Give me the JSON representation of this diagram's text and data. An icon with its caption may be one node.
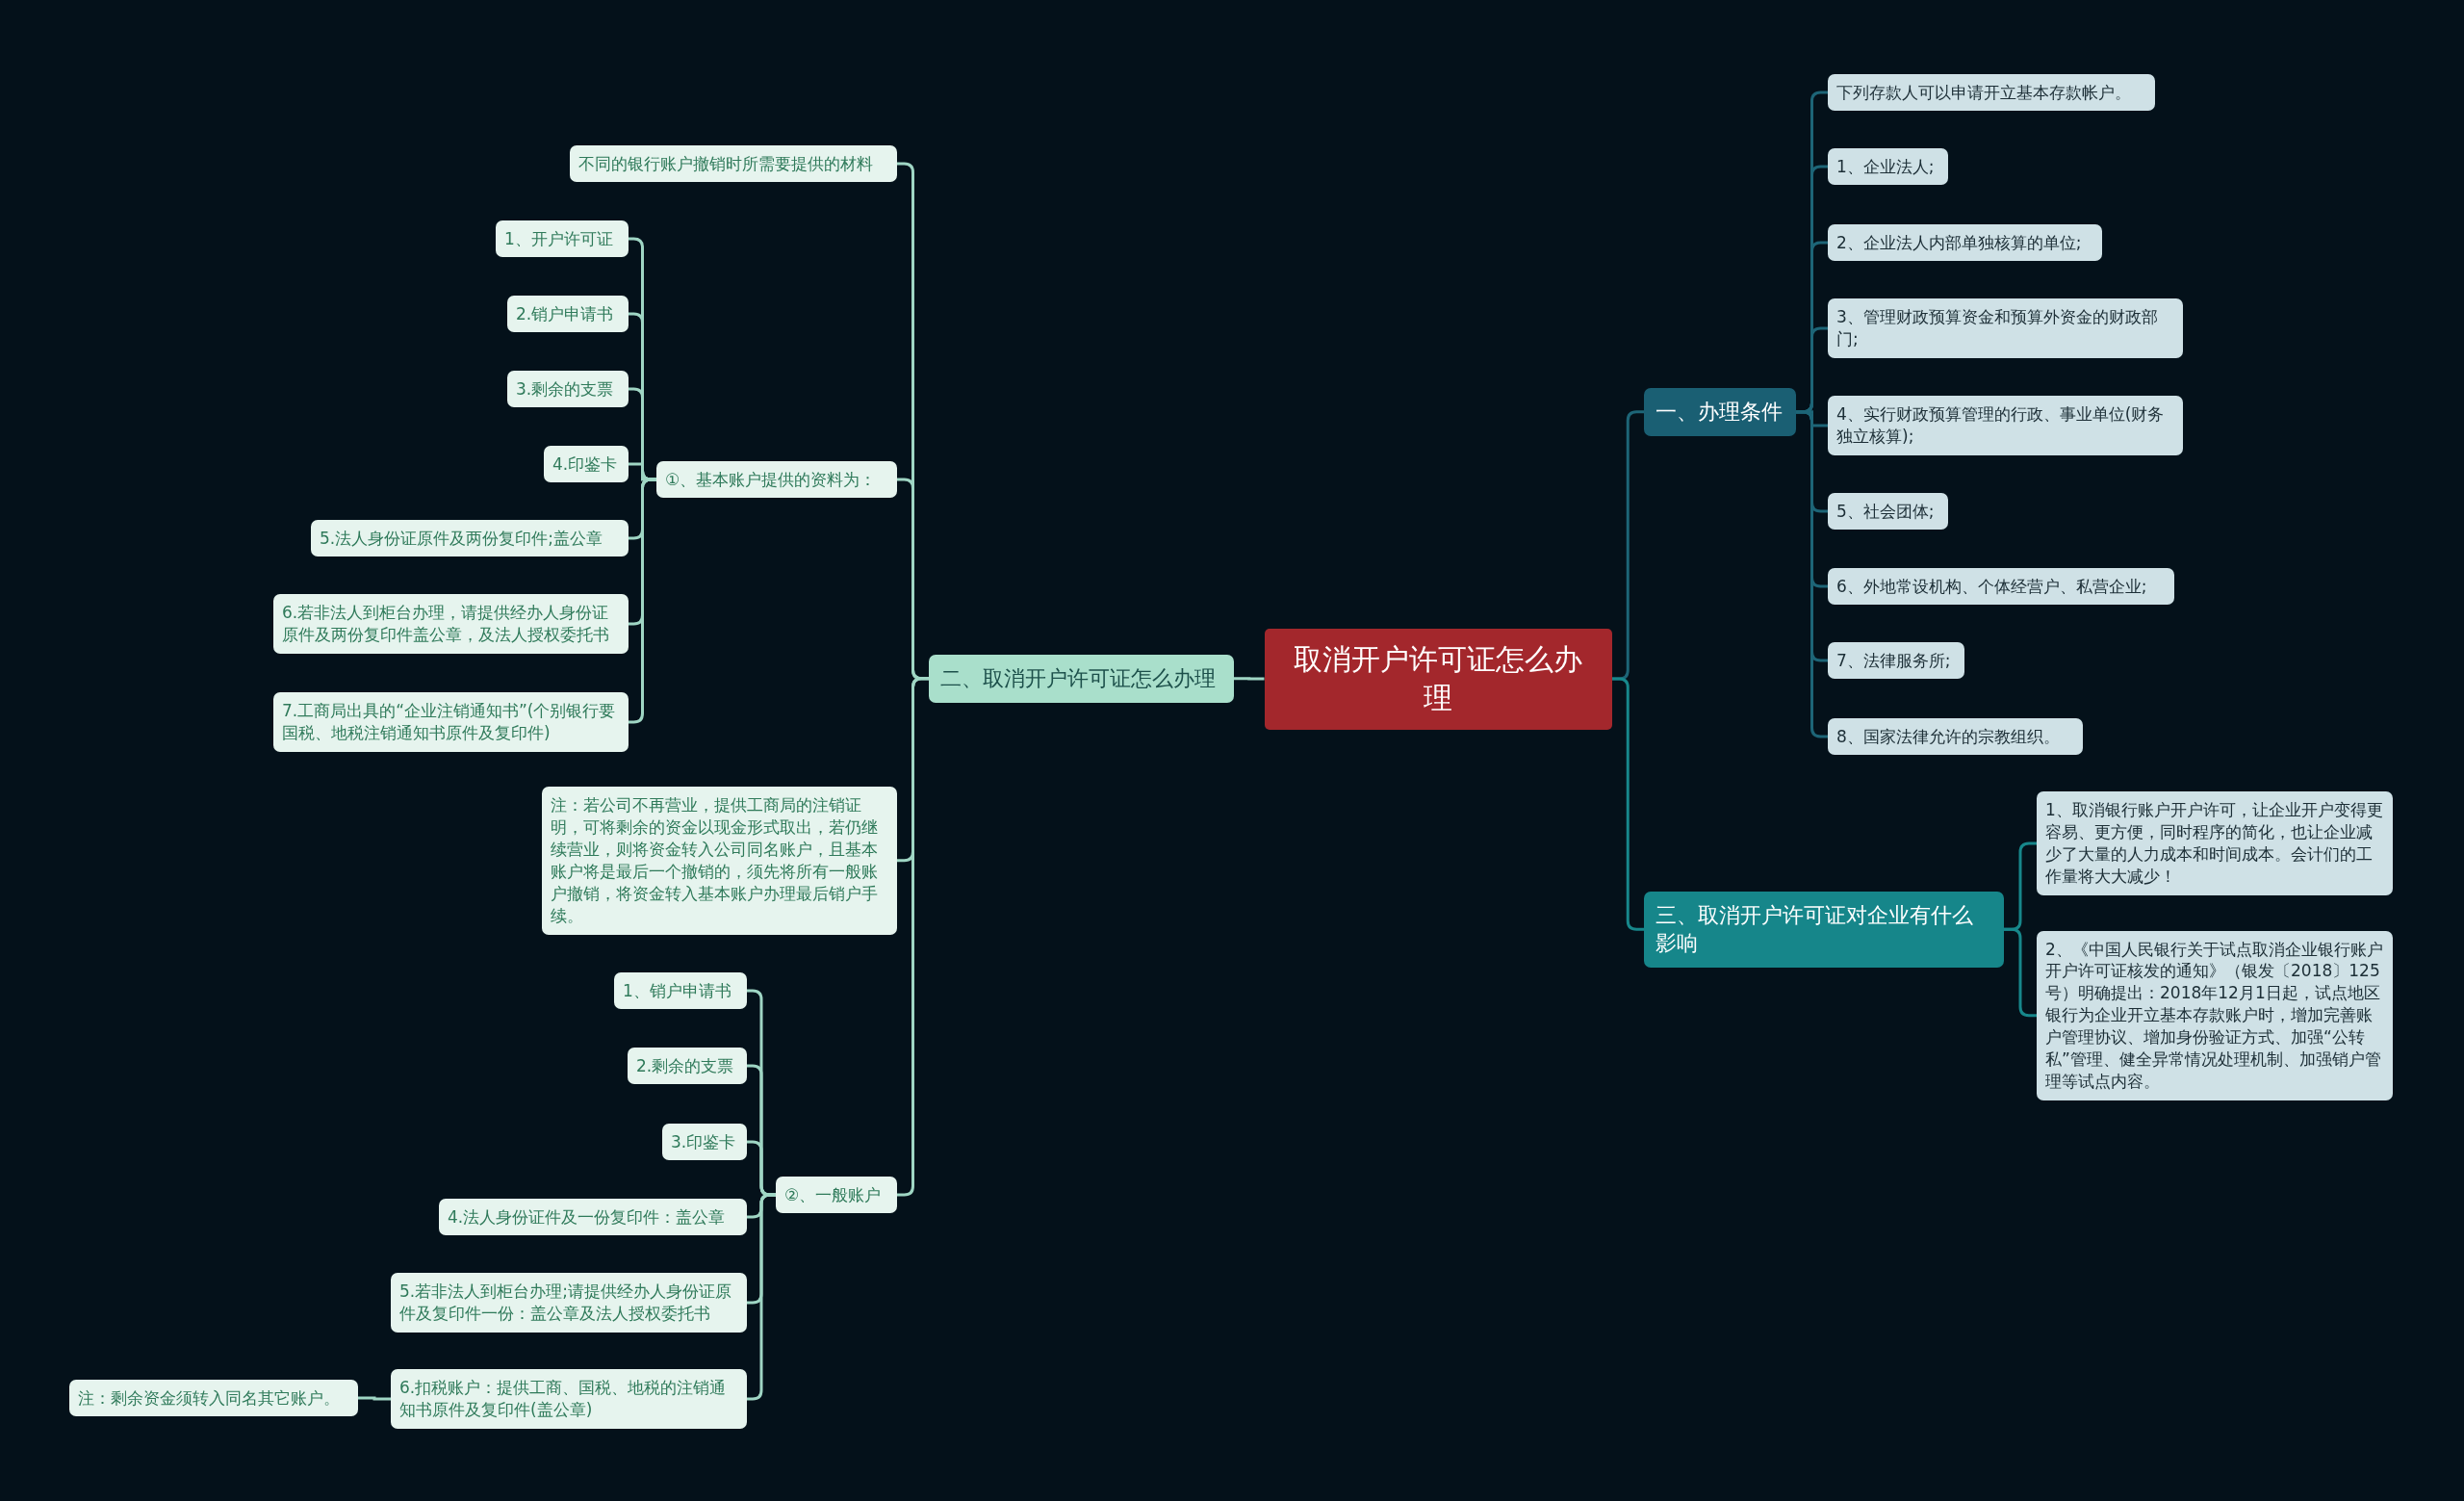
{
  "diagram": {
    "nodes": [
      {
        "text": [
          "取消开户许可证怎么办理"
        ]
      },
      {
        "text": [
          "一、办理条件"
        ]
      },
      {
        "text": [
          "下列存款人可以申请开立基本存款帐户。"
        ]
      },
      {
        "text": [
          "1、企业法人;"
        ]
      },
      {
        "text": [
          "2、企业法人内部单独核算的单位;"
        ]
      },
      {
        "text": [
          "3、管理财政预算资金和预算外资金的财政部门;"
        ]
      },
      {
        "text": [
          "4、实行财政预算管理的行政、事业单位(财务独立核算);"
        ]
      },
      {
        "text": [
          "5、社会团体;"
        ]
      },
      {
        "text": [
          "6、外地常设机构、个体经营户、私营企业;"
        ]
      },
      {
        "text": [
          "7、法律服务所;"
        ]
      },
      {
        "text": [
          "8、国家法律允许的宗教组织。"
        ]
      },
      {
        "text": [
          "三、取消开户许可证对企业有什么影响"
        ]
      },
      {
        "text": [
          "1、取消银行账户开户许可，让企业开户变得更容易、更方便，同时程序的简化，也让企业减少了大量的人力成本和时间成本。会计们的工作量将大大减少！"
        ]
      },
      {
        "text": [
          "2、《中国人民银行关于试点取消企业银行账户开户许可证核发的通知》（银发〔2018〕125号）明确提出：2018年12月1日起，试点地区银行为企业开立基本存款账户时，增加完善账户管理协议、增加身份验证方式、加强“公转私”管理、健全异常情况处理机制、加强销户管理等试点内容。"
        ]
      },
      {
        "text": [
          "二、取消开户许可证怎么办理"
        ]
      },
      {
        "text": [
          "不同的银行账户撤销时所需要提供的材料"
        ]
      },
      {
        "text": [
          "①、基本账户提供的资料为："
        ]
      },
      {
        "text": [
          "1、开户许可证"
        ]
      },
      {
        "text": [
          "2.销户申请书"
        ]
      },
      {
        "text": [
          "3.剩余的支票"
        ]
      },
      {
        "text": [
          "4.印鉴卡"
        ]
      },
      {
        "text": [
          "5.法人身份证原件及两份复印件;盖公章"
        ]
      },
      {
        "text": [
          "6.若非法人到柜台办理，请提供经办人身份证原件及两份复印件盖公章，及法人授权委托书"
        ]
      },
      {
        "text": [
          "7.工商局出具的“企业注销通知书”(个别银行要国税、地税注销通知书原件及复印件)"
        ]
      },
      {
        "text": [
          "注：若公司不再营业，提供工商局的注销证明，可将剩余的资金以现金形式取出，若仍继续营业，则将资金转入公司同名账户，且基本账户将是最后一个撤销的，须先将所有一般账户撤销，将资金转入基本账户办理最后销户手续。"
        ]
      },
      {
        "text": [
          "②、一般账户"
        ]
      },
      {
        "text": [
          "1、销户申请书"
        ]
      },
      {
        "text": [
          "2.剩余的支票"
        ]
      },
      {
        "text": [
          "3.印鉴卡"
        ]
      },
      {
        "text": [
          "4.法人身份证件及一份复印件：盖公章"
        ]
      },
      {
        "text": [
          "5.若非法人到柜台办理;请提供经办人身份证原件及复印件一份：盖公章及法人授权委托书"
        ]
      },
      {
        "text": [
          "6.扣税账户：提供工商、国税、地税的注销通知书原件及复印件(盖公章)"
        ]
      },
      {
        "text": [
          "注：剩余资金须转入同名其它账户。"
        ]
      }
    ],
    "edges": [
      {
        "from": 0,
        "to": 1,
        "arrow": "none",
        "color": "#1d6577"
      },
      {
        "from": 1,
        "to": 2,
        "arrow": "none",
        "color": "#1d6577"
      },
      {
        "from": 1,
        "to": 3,
        "arrow": "none",
        "color": "#1d6577"
      },
      {
        "from": 1,
        "to": 4,
        "arrow": "none",
        "color": "#1d6577"
      },
      {
        "from": 1,
        "to": 5,
        "arrow": "none",
        "color": "#1d6577"
      },
      {
        "from": 1,
        "to": 6,
        "arrow": "none",
        "color": "#1d6577"
      },
      {
        "from": 1,
        "to": 7,
        "arrow": "none",
        "color": "#1d6577"
      },
      {
        "from": 1,
        "to": 8,
        "arrow": "none",
        "color": "#1d6577"
      },
      {
        "from": 1,
        "to": 9,
        "arrow": "none",
        "color": "#1d6577"
      },
      {
        "from": 1,
        "to": 10,
        "arrow": "none",
        "color": "#1d6577"
      },
      {
        "from": 0,
        "to": 11,
        "arrow": "none",
        "color": "#17878b"
      },
      {
        "from": 11,
        "to": 12,
        "arrow": "none",
        "color": "#17878b"
      },
      {
        "from": 11,
        "to": 13,
        "arrow": "none",
        "color": "#17878b"
      },
      {
        "from": 0,
        "to": 14,
        "arrow": "none"
      },
      {
        "from": 14,
        "to": 15,
        "arrow": "none"
      },
      {
        "from": 14,
        "to": 16,
        "arrow": "none"
      },
      {
        "from": 16,
        "to": 17,
        "arrow": "none"
      },
      {
        "from": 16,
        "to": 18,
        "arrow": "none"
      },
      {
        "from": 16,
        "to": 19,
        "arrow": "none"
      },
      {
        "from": 16,
        "to": 20,
        "arrow": "none"
      },
      {
        "from": 16,
        "to": 21,
        "arrow": "none"
      },
      {
        "from": 16,
        "to": 22,
        "arrow": "none"
      },
      {
        "from": 16,
        "to": 23,
        "arrow": "none"
      },
      {
        "from": 14,
        "to": 24,
        "arrow": "none"
      },
      {
        "from": 14,
        "to": 25,
        "arrow": "none"
      },
      {
        "from": 25,
        "to": 26,
        "arrow": "none"
      },
      {
        "from": 25,
        "to": 27,
        "arrow": "none"
      },
      {
        "from": 25,
        "to": 28,
        "arrow": "none"
      },
      {
        "from": 25,
        "to": 29,
        "arrow": "none"
      },
      {
        "from": 25,
        "to": 30,
        "arrow": "none"
      },
      {
        "from": 25,
        "to": 31,
        "arrow": "none"
      },
      {
        "from": 31,
        "to": 32,
        "arrow": "none"
      }
    ]
  }
}
